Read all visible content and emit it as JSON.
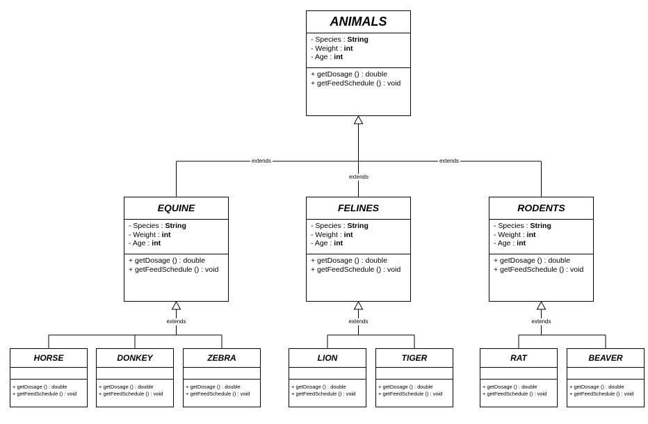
{
  "root": {
    "name": "ANIMALS",
    "attributes": [
      {
        "prefix": "- Species : ",
        "type": "String"
      },
      {
        "prefix": "- Weight : ",
        "type": "int"
      },
      {
        "prefix": "- Age : ",
        "type": "int"
      }
    ],
    "methods": [
      "+ getDosage () : double",
      "+ getFeedSchedule () : void"
    ]
  },
  "mid_classes": [
    {
      "name": "EQUINE",
      "attributes": [
        {
          "prefix": "- Species : ",
          "type": "String"
        },
        {
          "prefix": "- Weight : ",
          "type": "int"
        },
        {
          "prefix": "- Age : ",
          "type": "int"
        }
      ],
      "methods": [
        "+ getDosage () : double",
        "+ getFeedSchedule () : void"
      ]
    },
    {
      "name": "FELINES",
      "attributes": [
        {
          "prefix": "- Species : ",
          "type": "String"
        },
        {
          "prefix": "- Weight : ",
          "type": "int"
        },
        {
          "prefix": "- Age : ",
          "type": "int"
        }
      ],
      "methods": [
        "+ getDosage () : double",
        "+ getFeedSchedule () : void"
      ]
    },
    {
      "name": "RODENTS",
      "attributes": [
        {
          "prefix": "- Species : ",
          "type": "String"
        },
        {
          "prefix": "- Weight : ",
          "type": "int"
        },
        {
          "prefix": "- Age : ",
          "type": "int"
        }
      ],
      "methods": [
        "+ getDosage () : double",
        "+ getFeedSchedule () : void"
      ]
    }
  ],
  "leaf_classes": [
    {
      "name": "HORSE",
      "methods": [
        "+ getDosage () : double",
        "+ getFeedSchedule () : void"
      ]
    },
    {
      "name": "DONKEY",
      "methods": [
        "+ getDosage () : double",
        "+ getFeedSchedule () : void"
      ]
    },
    {
      "name": "ZEBRA",
      "methods": [
        "+ getDosage () : double",
        "+ getFeedSchedule () : void"
      ]
    },
    {
      "name": "LION",
      "methods": [
        "+ getDosage () : double",
        "+ getFeedSchedule () : void"
      ]
    },
    {
      "name": "TIGER",
      "methods": [
        "+ getDosage () : double",
        "+ getFeedSchedule () : void"
      ]
    },
    {
      "name": "RAT",
      "methods": [
        "+ getDosage () : double",
        "+ getFeedSchedule () : void"
      ]
    },
    {
      "name": "BEAVER",
      "methods": [
        "+ getDosage () : double",
        "+ getFeedSchedule () : void"
      ]
    }
  ],
  "relation_label": "extends"
}
